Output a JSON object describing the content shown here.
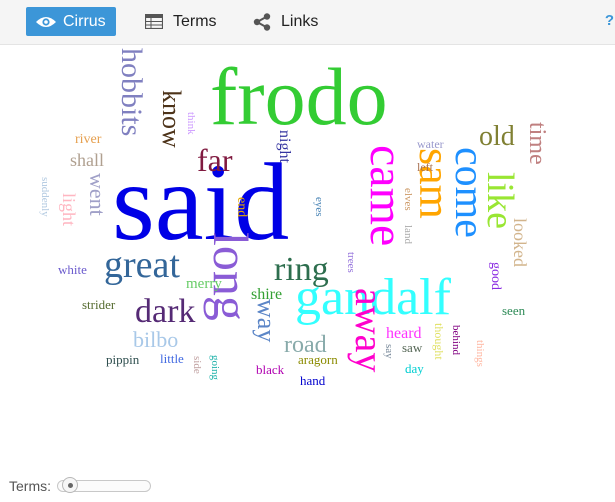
{
  "tabs": [
    {
      "label": "Cirrus",
      "icon": "eye-icon",
      "active": true
    },
    {
      "label": "Terms",
      "icon": "table-icon",
      "active": false
    },
    {
      "label": "Links",
      "icon": "share-icon",
      "active": false
    }
  ],
  "help": {
    "label": "?"
  },
  "footer": {
    "terms_label": "Terms:",
    "terms_slider_value": 0.05
  },
  "colors": {
    "accent": "#3c96d8",
    "toolbar_bg": "#f5f5f5"
  },
  "words": [
    {
      "text": "said",
      "color": "#0000e6"
    },
    {
      "text": "frodo",
      "color": "#33cc33"
    },
    {
      "text": "gandalf",
      "color": "#33ffff"
    },
    {
      "text": "came",
      "color": "#ff00ff"
    },
    {
      "text": "long",
      "color": "#8a5cd6"
    },
    {
      "text": "sam",
      "color": "#ffa500"
    },
    {
      "text": "come",
      "color": "#1e90ff"
    },
    {
      "text": "away",
      "color": "#ff00cc"
    },
    {
      "text": "like",
      "color": "#99e633"
    },
    {
      "text": "great",
      "color": "#336699"
    },
    {
      "text": "ring",
      "color": "#2d6e4e"
    },
    {
      "text": "hobbits",
      "color": "#8080c0"
    },
    {
      "text": "far",
      "color": "#801a40"
    },
    {
      "text": "know",
      "color": "#4d3319"
    },
    {
      "text": "dark",
      "color": "#552a75"
    },
    {
      "text": "old",
      "color": "#808033"
    },
    {
      "text": "time",
      "color": "#c08080"
    },
    {
      "text": "way",
      "color": "#5c86c7"
    },
    {
      "text": "road",
      "color": "#88aaaa"
    },
    {
      "text": "bilbo",
      "color": "#a8c8e8"
    },
    {
      "text": "went",
      "color": "#a0a0c8"
    },
    {
      "text": "shall",
      "color": "#b0a090"
    },
    {
      "text": "light",
      "color": "#ffb6c1"
    },
    {
      "text": "looked",
      "color": "#d2b48c"
    },
    {
      "text": "night",
      "color": "#3333a0"
    },
    {
      "text": "shire",
      "color": "#33a033"
    },
    {
      "text": "merry",
      "color": "#66cc66"
    },
    {
      "text": "heard",
      "color": "#ff33ff"
    },
    {
      "text": "good",
      "color": "#8a2be2"
    },
    {
      "text": "end",
      "color": "#e6a800"
    },
    {
      "text": "seen",
      "color": "#2e8b57"
    },
    {
      "text": "river",
      "color": "#e6a050"
    },
    {
      "text": "think",
      "color": "#cc99ff"
    },
    {
      "text": "water",
      "color": "#9999cc"
    },
    {
      "text": "left",
      "color": "#a87050"
    },
    {
      "text": "elves",
      "color": "#cc9966"
    },
    {
      "text": "land",
      "color": "#aaaaaa"
    },
    {
      "text": "eyes",
      "color": "#4682b4"
    },
    {
      "text": "trees",
      "color": "#9370db"
    },
    {
      "text": "suddenly",
      "color": "#b0c8e0"
    },
    {
      "text": "white",
      "color": "#6a5acd"
    },
    {
      "text": "strider",
      "color": "#556b2f"
    },
    {
      "text": "pippin",
      "color": "#2f4f4f"
    },
    {
      "text": "little",
      "color": "#4169e1"
    },
    {
      "text": "side",
      "color": "#c0a0a0"
    },
    {
      "text": "going",
      "color": "#20b2aa"
    },
    {
      "text": "black",
      "color": "#b000b0"
    },
    {
      "text": "aragorn",
      "color": "#8b8b00"
    },
    {
      "text": "hand",
      "color": "#0000cd"
    },
    {
      "text": "saw",
      "color": "#556655"
    },
    {
      "text": "say",
      "color": "#778899"
    },
    {
      "text": "day",
      "color": "#00ced1"
    },
    {
      "text": "thought",
      "color": "#e0e060"
    },
    {
      "text": "behind",
      "color": "#800080"
    },
    {
      "text": "things",
      "color": "#ffb6a0"
    }
  ]
}
